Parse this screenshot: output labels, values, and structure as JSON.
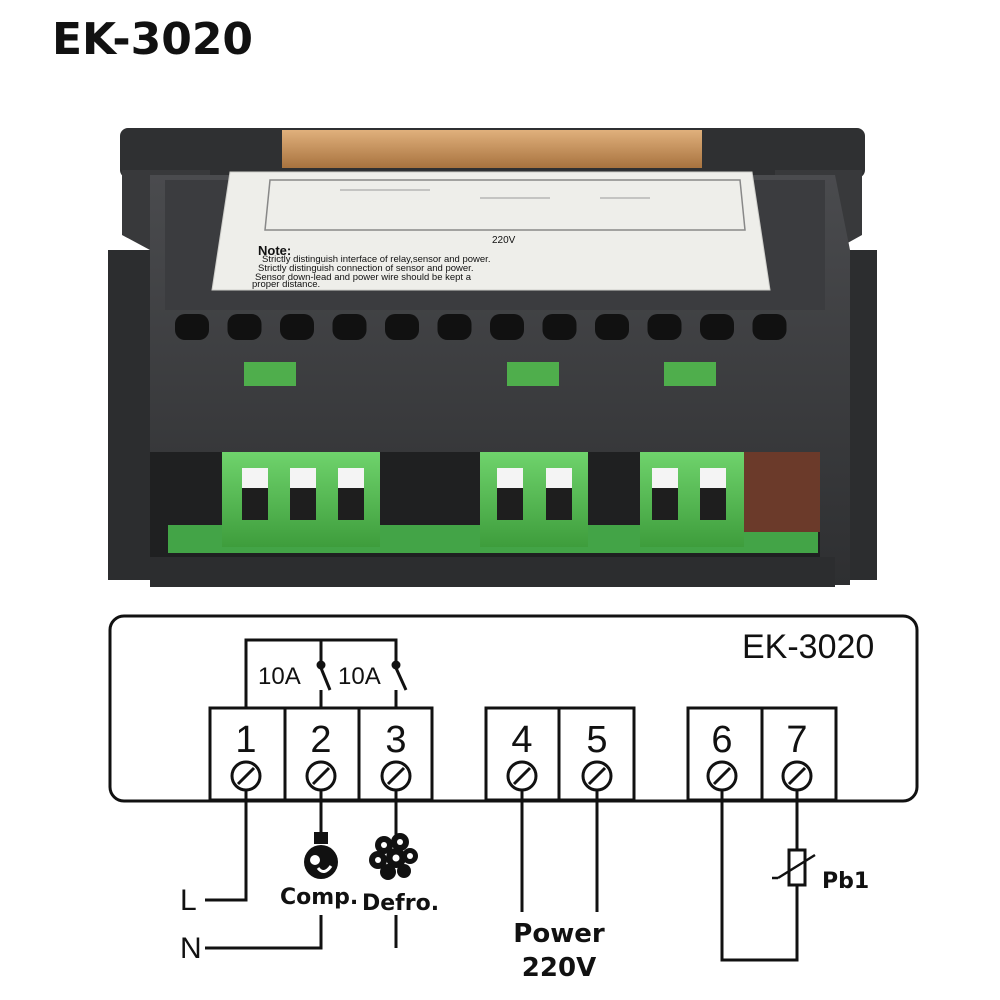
{
  "title": "EK-3020",
  "product": {
    "label_note": "Note:",
    "label_lines": [
      "Strictly distinguish interface of relay,sensor and power.",
      "Strictly distinguish connection of sensor and power.",
      "Sensor down-lead and power wire should be kept a",
      "proper distance."
    ],
    "label_power": "220V"
  },
  "diagram": {
    "model": "EK-3020",
    "relay_rating_1": "10A",
    "relay_rating_2": "10A",
    "terminals": [
      "1",
      "2",
      "3",
      "4",
      "5",
      "6",
      "7"
    ],
    "line_label": "L",
    "neutral_label": "N",
    "compressor_label": "Comp.",
    "defrost_label": "Defro.",
    "power_label_1": "Power",
    "power_label_2": "220V",
    "sensor_label": "Pb1"
  },
  "colors": {
    "housing": "#3a3b3d",
    "terminal_green": "#5cc35a",
    "copper": "#c9935c",
    "label_bg": "#eeeeea"
  }
}
